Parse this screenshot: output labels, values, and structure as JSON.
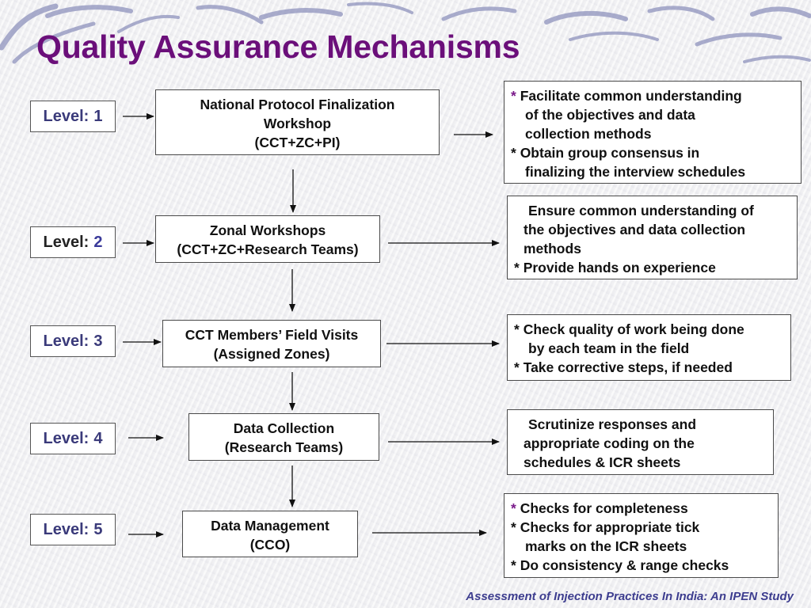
{
  "title": "Quality Assurance Mechanisms",
  "footer": "Assessment of Injection Practices In India: An IPEN Study",
  "colors": {
    "title": "#6b0f7a",
    "level_text": "#3a3a7a",
    "footer": "#3d3d8f",
    "swirl": "#8f93bd"
  },
  "levels": [
    {
      "level_word": "Level:",
      "level_num": "1",
      "process": [
        "National Protocol Finalization",
        "Workshop",
        "(CCT+ZC+PI)"
      ],
      "details": [
        {
          "star": "*",
          "text": "Facilitate common understanding"
        },
        {
          "star": "",
          "text": "of the objectives and data"
        },
        {
          "star": "",
          "text": "collection methods"
        },
        {
          "star": "*",
          "text": "Obtain group consensus in"
        },
        {
          "star": "",
          "text": "finalizing the interview schedules"
        }
      ]
    },
    {
      "level_word": "Level:",
      "level_num": "2",
      "process": [
        "Zonal Workshops",
        "(CCT+ZC+Research Teams)"
      ],
      "details": [
        {
          "star": "",
          "text": "Ensure common understanding of"
        },
        {
          "star": "",
          "text": "the objectives and data collection"
        },
        {
          "star": "",
          "text": "methods"
        },
        {
          "star": "*",
          "text": "Provide hands on experience"
        }
      ]
    },
    {
      "level_word": "Level:",
      "level_num": "3",
      "process": [
        "CCT Members’ Field Visits",
        "(Assigned Zones)"
      ],
      "details": [
        {
          "star": "*",
          "text": "Check quality of work being done"
        },
        {
          "star": "",
          "text": "by each team in the field"
        },
        {
          "star": "*",
          "text": "Take corrective steps, if needed"
        }
      ]
    },
    {
      "level_word": "Level:",
      "level_num": "4",
      "process": [
        "Data Collection",
        "(Research Teams)"
      ],
      "details": [
        {
          "star": "",
          "text": "Scrutinize responses and"
        },
        {
          "star": "",
          "text": "appropriate coding on the"
        },
        {
          "star": "",
          "text": "schedules & ICR sheets"
        }
      ]
    },
    {
      "level_word": "Level:",
      "level_num": "5",
      "process": [
        "Data Management",
        "(CCO)"
      ],
      "details": [
        {
          "star": "*",
          "text": "Checks for completeness"
        },
        {
          "star": "*",
          "text": "Checks for appropriate tick"
        },
        {
          "star": "",
          "text": "marks on the ICR sheets"
        },
        {
          "star": "*",
          "text": "Do consistency & range checks"
        }
      ]
    }
  ]
}
